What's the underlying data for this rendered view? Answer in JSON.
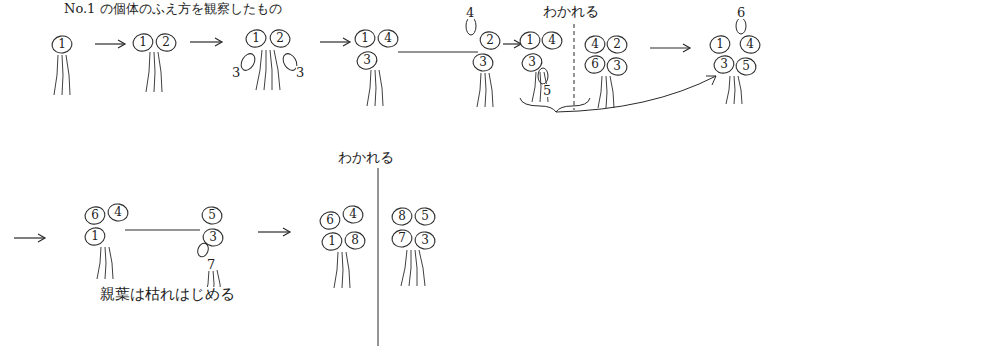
{
  "diagram": {
    "title": "No.1 の個体のふえ方を観察したもの",
    "nodes": [
      {
        "text": [
          "1"
        ]
      },
      {
        "text": [
          "1"
        ]
      },
      {
        "text": [
          "2"
        ]
      },
      {
        "text": [
          "1"
        ]
      },
      {
        "text": [
          "2"
        ]
      },
      {
        "text": [
          "1"
        ]
      },
      {
        "text": [
          "4"
        ]
      },
      {
        "text": [
          "3"
        ]
      },
      {
        "text": [
          "2"
        ]
      },
      {
        "text": [
          "3"
        ]
      },
      {
        "text": [
          "1"
        ]
      },
      {
        "text": [
          "4"
        ]
      },
      {
        "text": [
          "3"
        ]
      },
      {
        "text": [
          "4"
        ]
      },
      {
        "text": [
          "2"
        ]
      },
      {
        "text": [
          "6"
        ]
      },
      {
        "text": [
          "3"
        ]
      },
      {
        "text": [
          "1"
        ]
      },
      {
        "text": [
          "4"
        ]
      },
      {
        "text": [
          "3"
        ]
      },
      {
        "text": [
          "5"
        ]
      },
      {
        "text": [
          "6"
        ]
      },
      {
        "text": [
          "4"
        ]
      },
      {
        "text": [
          "1"
        ]
      },
      {
        "text": [
          "5"
        ]
      },
      {
        "text": [
          "3"
        ]
      },
      {
        "text": [
          "6"
        ]
      },
      {
        "text": [
          "4"
        ]
      },
      {
        "text": [
          "1"
        ]
      },
      {
        "text": [
          "8"
        ]
      },
      {
        "text": [
          "8"
        ]
      },
      {
        "text": [
          "5"
        ]
      },
      {
        "text": [
          "7"
        ]
      },
      {
        "text": [
          "3"
        ]
      }
    ],
    "labels": [
      "3",
      "3",
      "4",
      "わかれる",
      "5",
      "6",
      "7",
      "親葉は枯れはじめる",
      "わかれる"
    ]
  }
}
